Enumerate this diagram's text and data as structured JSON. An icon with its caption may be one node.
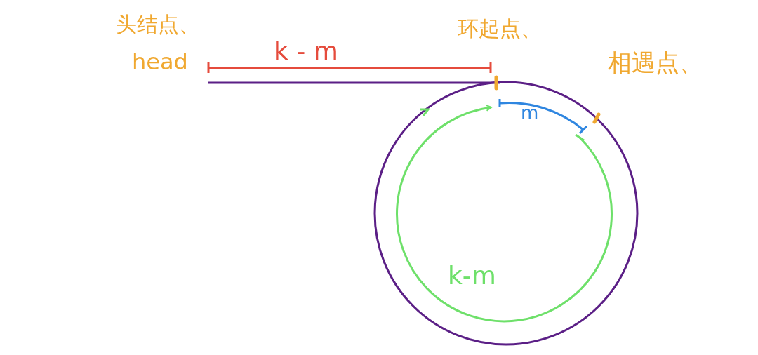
{
  "diagram": {
    "labels": [
      "头结点、",
      "head",
      "k - m",
      "环起点、",
      "相遇点、",
      "m",
      "k-m"
    ]
  }
}
